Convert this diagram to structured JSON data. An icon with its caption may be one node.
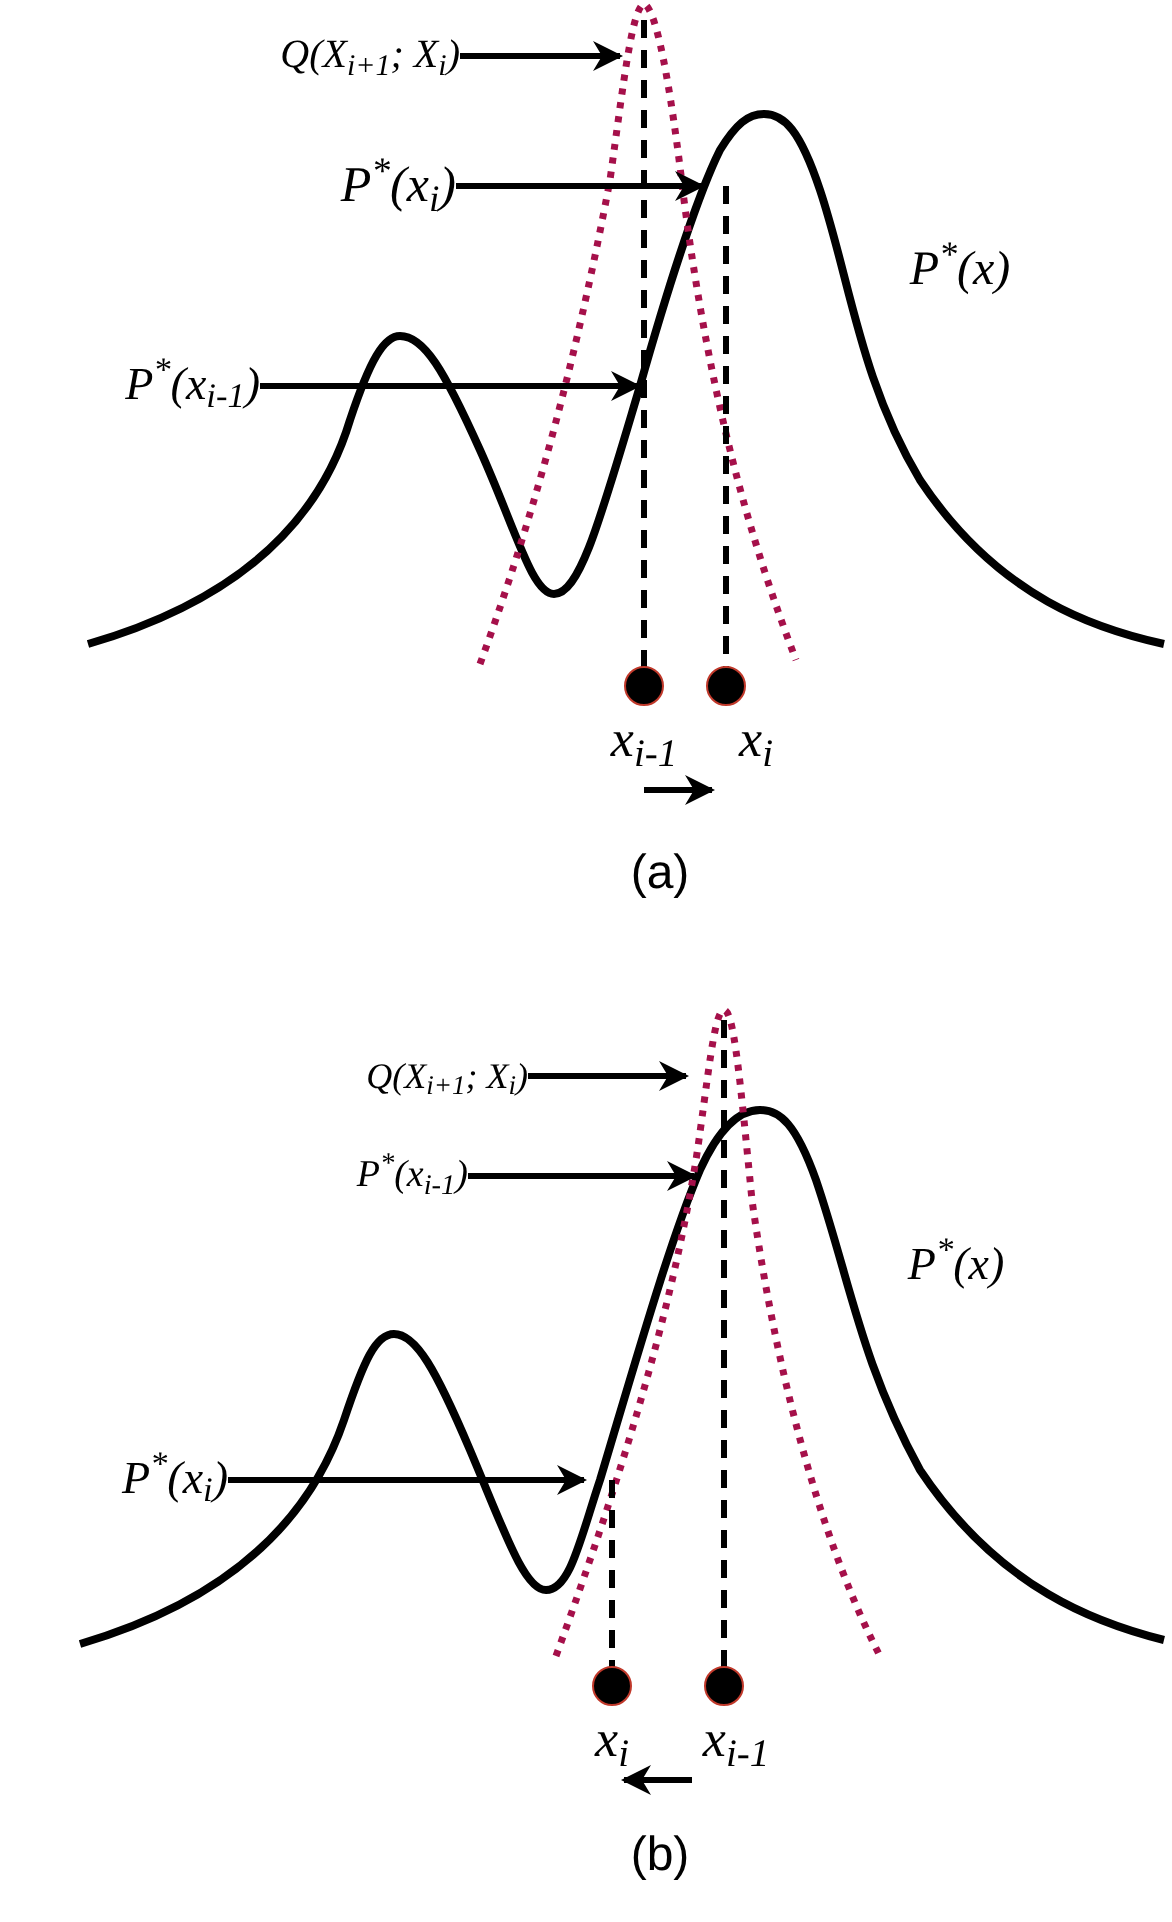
{
  "diagram": {
    "nodes": [
      {
        "text": [
          "Q(X$_{i+1}$; X$_{i}$)"
        ]
      },
      {
        "text": [
          "P$^{*}$(x$_{i}$)"
        ]
      },
      {
        "text": [
          "P$^{*}$(x$_{i-1}$)"
        ]
      },
      {
        "text": [],
        "shape": "circle",
        "beside": [
          "x$_{i-1}$"
        ]
      },
      {
        "text": [],
        "shape": "circle",
        "beside": [
          "x$_{i}$"
        ]
      },
      {
        "text": [
          "Q(X$_{i+1}$; X$_{i}$)"
        ]
      },
      {
        "text": [
          "P$^{*}$(x$_{i-1}$)"
        ]
      },
      {
        "text": [
          "P$^{*}$(x$_{i}$)"
        ]
      },
      {
        "text": [],
        "shape": "circle",
        "beside": [
          "x$_{i}$"
        ]
      },
      {
        "text": [],
        "shape": "circle",
        "beside": [
          "x$_{i-1}$"
        ]
      }
    ],
    "edges": [
      {
        "from": 0,
        "to": null,
        "arrow": "to"
      },
      {
        "from": 1,
        "to": null,
        "arrow": "to"
      },
      {
        "from": 2,
        "to": null,
        "arrow": "to"
      },
      {
        "from": 5,
        "to": null,
        "arrow": "to"
      },
      {
        "from": 6,
        "to": null,
        "arrow": "to"
      },
      {
        "from": 7,
        "to": null,
        "arrow": "to"
      }
    ],
    "labels": [
      "P$^{*}$(x)",
      "(a)",
      "P$^{*}$(x)",
      "(b)"
    ]
  }
}
